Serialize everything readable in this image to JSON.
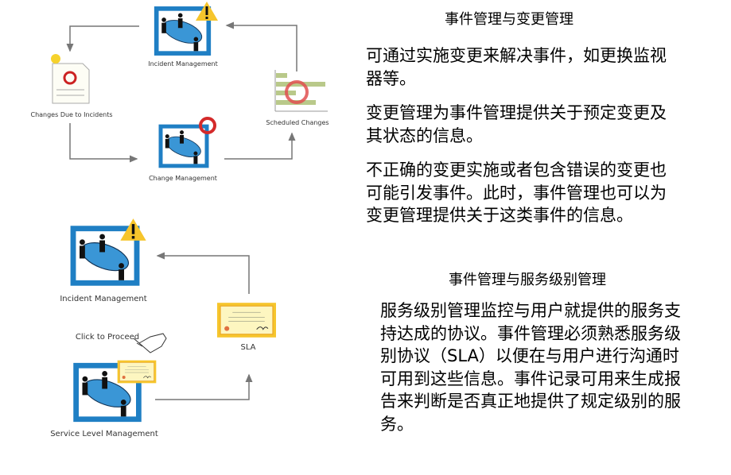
{
  "diagram1": {
    "incident_label": "Incident Management",
    "changes_due_label": "Changes Due to Incidents",
    "change_mgmt_label": "Change Management",
    "scheduled_label": "Scheduled Changes"
  },
  "diagram2": {
    "incident_label": "Incident Management",
    "sla_label": "SLA",
    "click_label": "Click to Proceed",
    "slm_label": "Service Level Management"
  },
  "section1": {
    "heading": "事件管理与变更管理",
    "paragraphs": [
      "可通过实施变更来解决事件，如更换监视器等。",
      "变更管理为事件管理提供关于预定变更及其状态的信息。",
      "不正确的变更实施或者包含错误的变更也可能引发事件。此时，事件管理也可以为变更管理提供关于这类事件的信息。"
    ]
  },
  "section2": {
    "heading": "事件管理与服务级别管理",
    "paragraph": "服务级别管理监控与用户就提供的服务支持达成的协议。事件管理必须熟悉服务级别协议（SLA）以便在与用户进行沟通时可用到这些信息。事件记录可用来生成报告来判断是否真正地提供了规定级别的服务。"
  },
  "colors": {
    "frame": "#1f7fc4",
    "ellipse": "#3a96d6",
    "warning": "#f6c52c",
    "red": "#d42a2a",
    "arrow": "#777777"
  }
}
